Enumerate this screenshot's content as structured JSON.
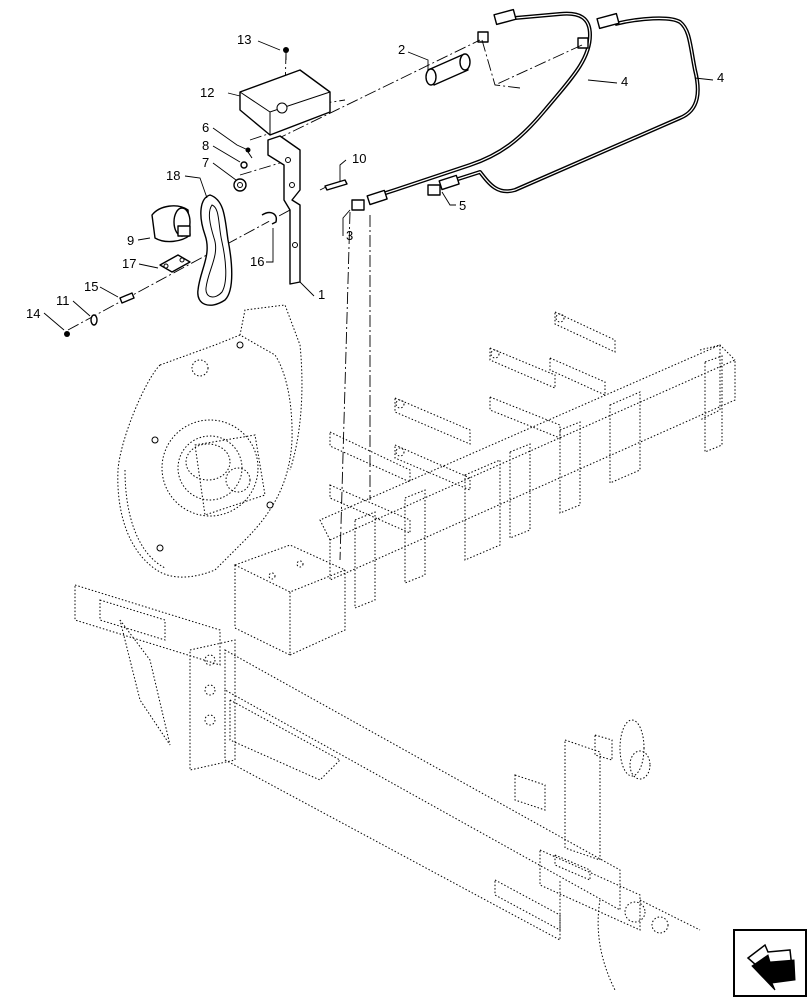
{
  "callouts": [
    {
      "id": "c1",
      "text": "1"
    },
    {
      "id": "c2",
      "text": "2"
    },
    {
      "id": "c3",
      "text": "3"
    },
    {
      "id": "c4a",
      "text": "4"
    },
    {
      "id": "c4b",
      "text": "4"
    },
    {
      "id": "c5",
      "text": "5"
    },
    {
      "id": "c6",
      "text": "6"
    },
    {
      "id": "c7",
      "text": "7"
    },
    {
      "id": "c8",
      "text": "8"
    },
    {
      "id": "c9",
      "text": "9"
    },
    {
      "id": "c10",
      "text": "10"
    },
    {
      "id": "c11",
      "text": "11"
    },
    {
      "id": "c12",
      "text": "12"
    },
    {
      "id": "c13",
      "text": "13"
    },
    {
      "id": "c14",
      "text": "14"
    },
    {
      "id": "c15",
      "text": "15"
    },
    {
      "id": "c16",
      "text": "16"
    },
    {
      "id": "c17",
      "text": "17"
    },
    {
      "id": "c18",
      "text": "18"
    }
  ],
  "icons": {
    "nav": "previous-page-arrow-icon"
  }
}
